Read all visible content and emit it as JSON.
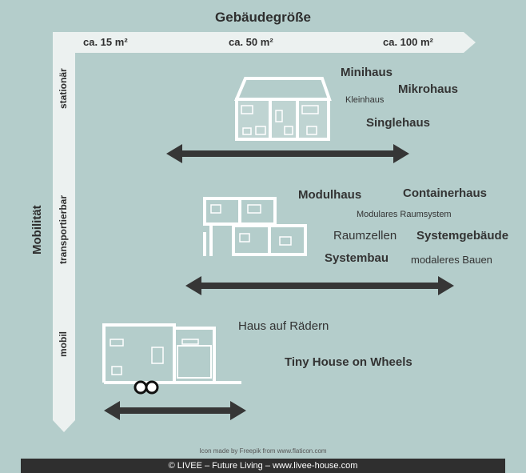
{
  "diagram": {
    "x_axis_title": "Gebäudegröße",
    "x_ticks": [
      "ca. 15 m²",
      "ca. 50 m²",
      "ca. 100 m²"
    ],
    "y_axis_title": "Mobilität",
    "y_ticks": [
      "stationär",
      "transportierbar",
      "mobil"
    ],
    "groups": {
      "stationaer": {
        "minihaus": "Minihaus",
        "mikrohaus": "Mikrohaus",
        "kleinhaus": "Kleinhaus",
        "singlehaus": "Singlehaus"
      },
      "transportierbar": {
        "modulhaus": "Modulhaus",
        "containerhaus": "Containerhaus",
        "modulares_raumsystem": "Modulares Raumsystem",
        "raumzellen": "Raumzellen",
        "systemgebaeude": "Systemgebäude",
        "systembau": "Systembau",
        "modulares_bauen": "modaleres Bauen"
      },
      "mobil": {
        "haus_auf_raedern": "Haus auf Rädern",
        "tiny_house": "Tiny House on Wheels"
      }
    }
  },
  "credit": "Icon made by Freepik from www.flaticon.com",
  "footer": "© LIVEE – Future Living – www.livee-house.com",
  "colors": {
    "background": "#b4cdcb",
    "axis": "#ecf1f0",
    "arrow": "#363636",
    "house": "#ffffff"
  }
}
